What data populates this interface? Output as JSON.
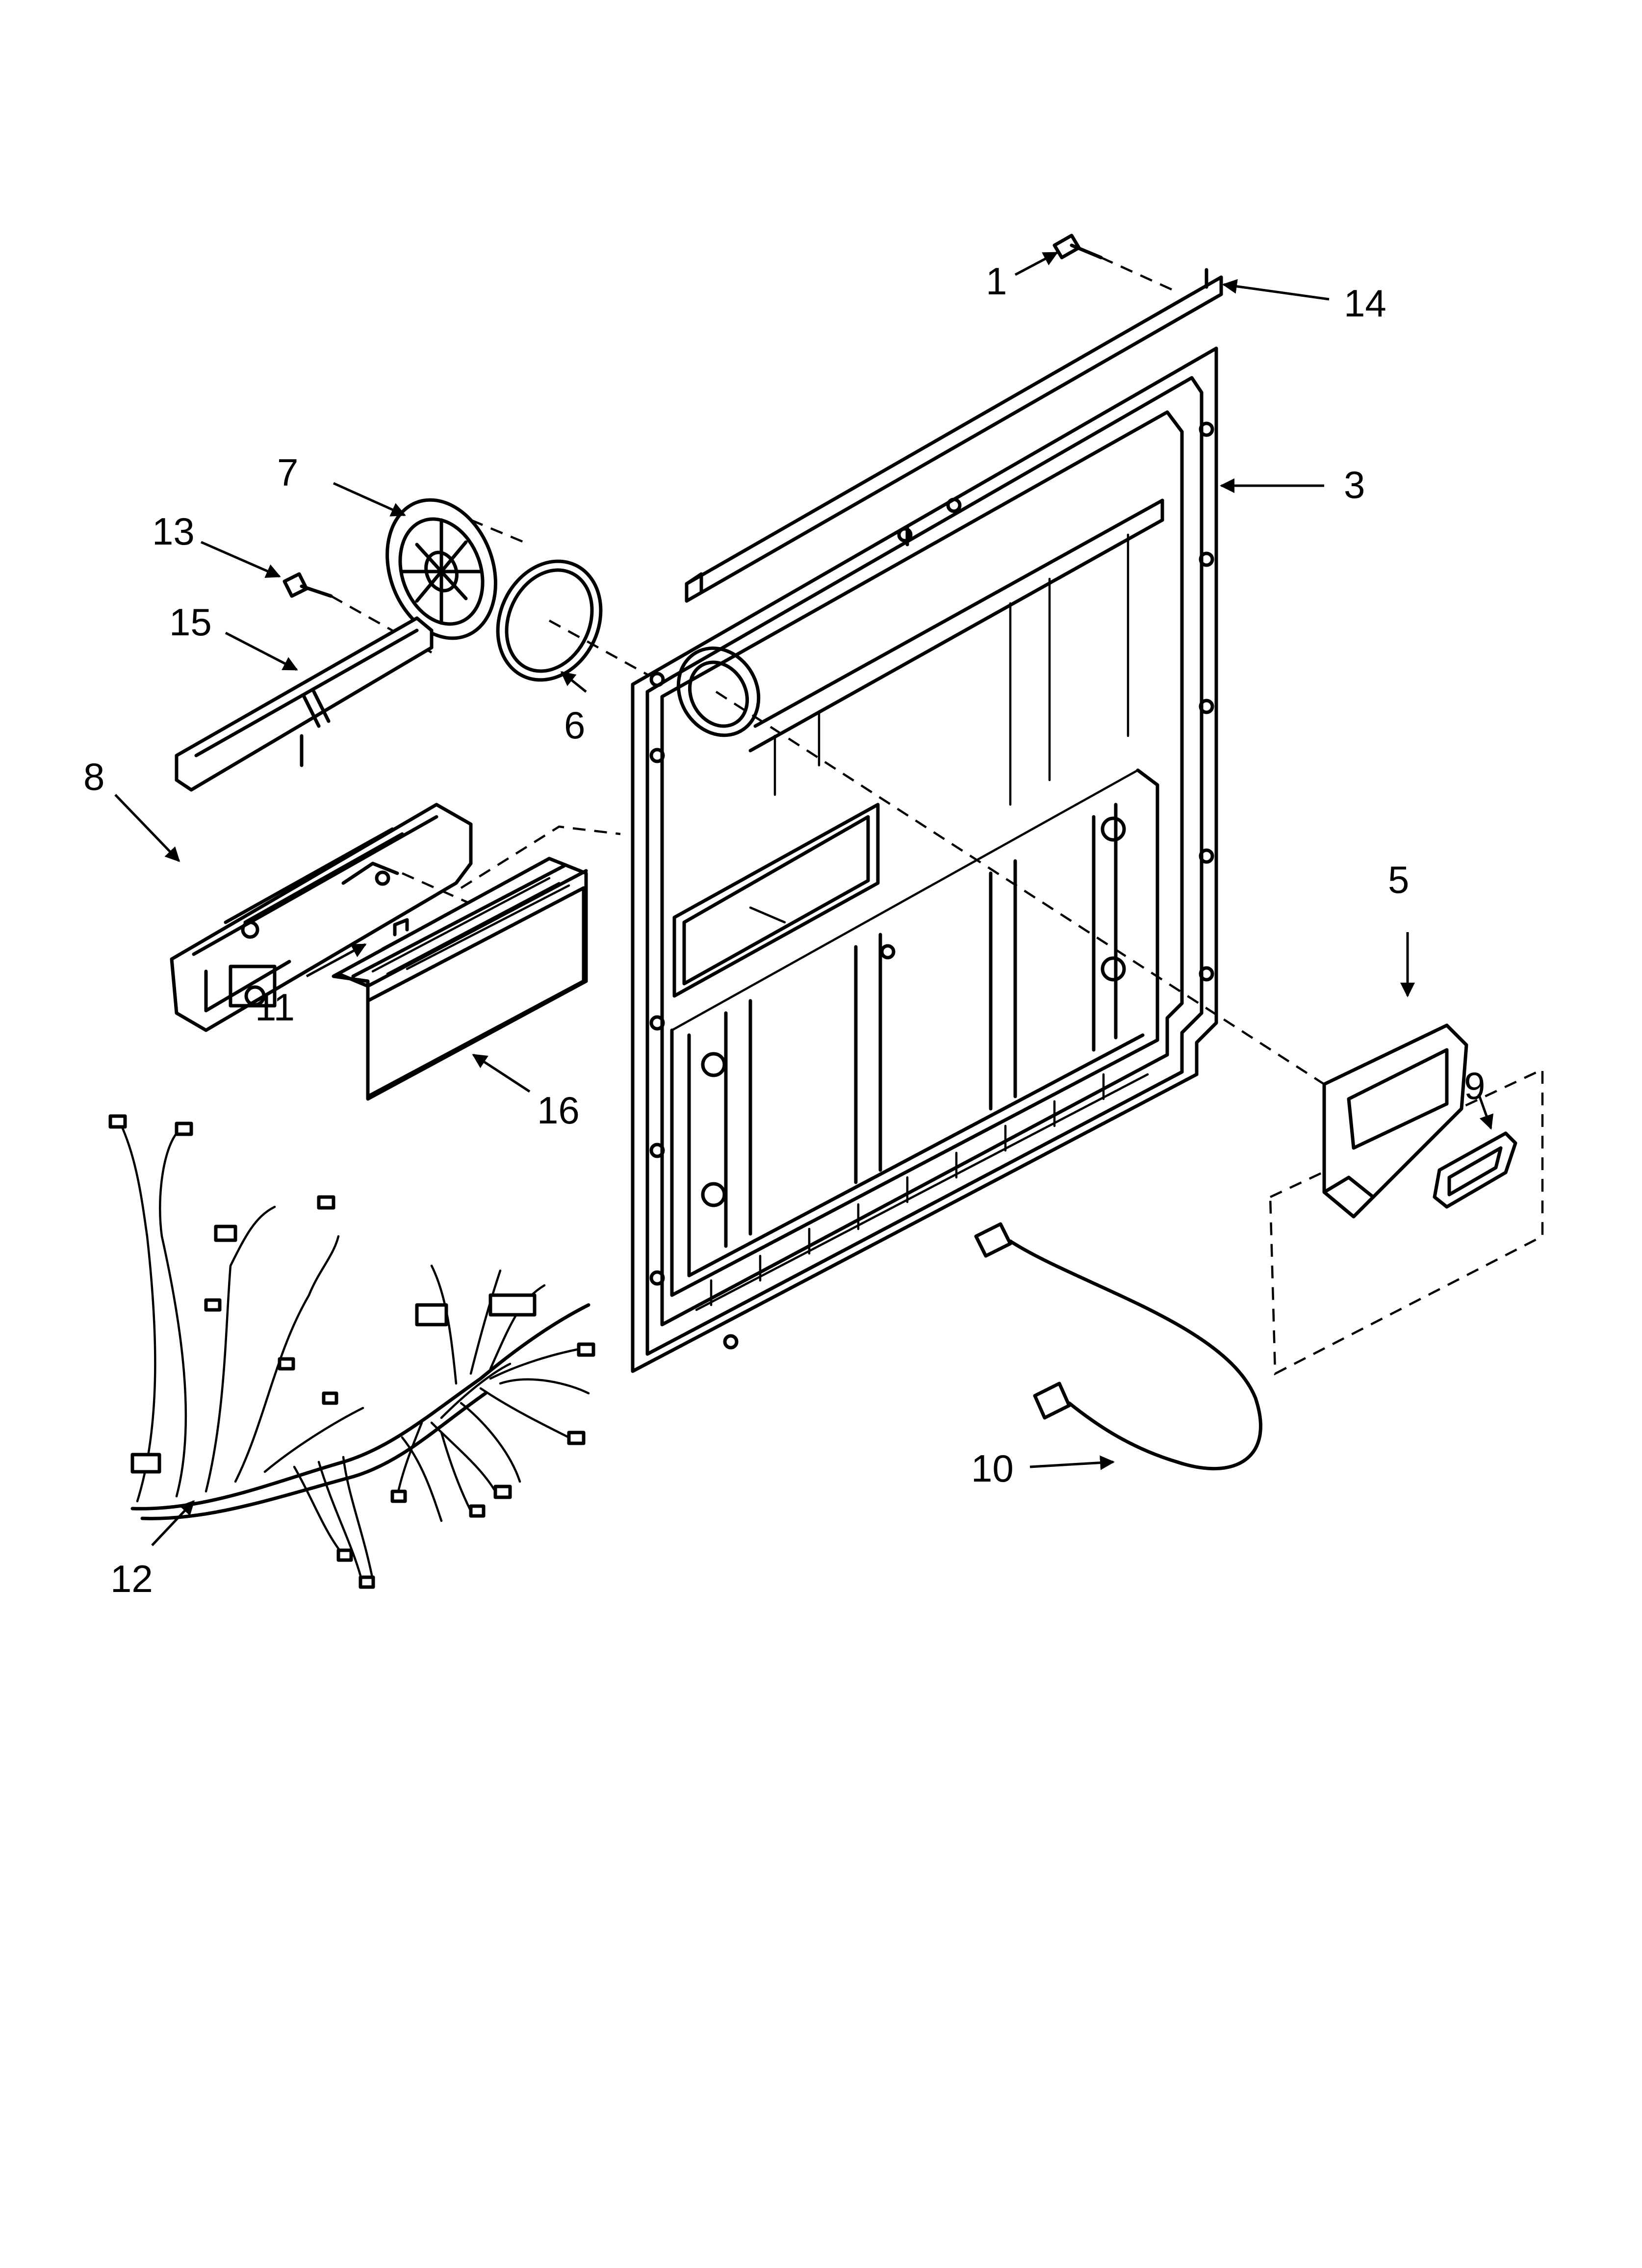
{
  "diagram": {
    "callouts": [
      {
        "id": "1",
        "label": "1"
      },
      {
        "id": "3",
        "label": "3"
      },
      {
        "id": "5",
        "label": "5"
      },
      {
        "id": "6",
        "label": "6"
      },
      {
        "id": "7",
        "label": "7"
      },
      {
        "id": "8",
        "label": "8"
      },
      {
        "id": "9",
        "label": "9"
      },
      {
        "id": "10",
        "label": "10"
      },
      {
        "id": "11",
        "label": "11"
      },
      {
        "id": "12",
        "label": "12"
      },
      {
        "id": "13",
        "label": "13"
      },
      {
        "id": "14",
        "label": "14"
      },
      {
        "id": "15",
        "label": "15"
      },
      {
        "id": "16",
        "label": "16"
      }
    ]
  }
}
